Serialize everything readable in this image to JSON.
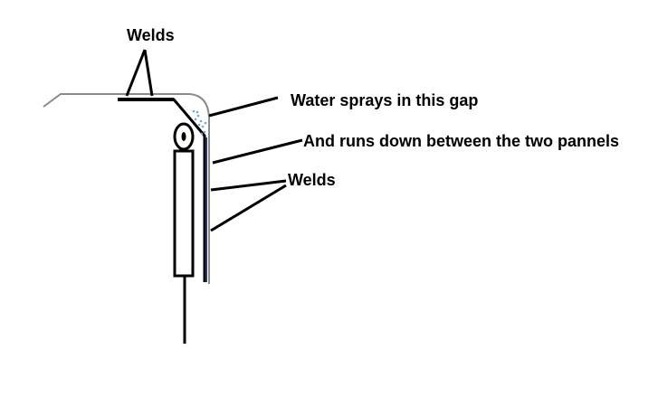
{
  "labels": {
    "welds_top": "Welds",
    "water_gap": "Water sprays in this gap",
    "runs_down": "And runs down between the two pannels",
    "welds_side": "Welds"
  },
  "colors": {
    "ink": "#000000",
    "panel_outline": "#8a8a8a",
    "inner_panel": "#1f3a7a",
    "water_spray": "#6fa8dc",
    "background": "#ffffff"
  }
}
